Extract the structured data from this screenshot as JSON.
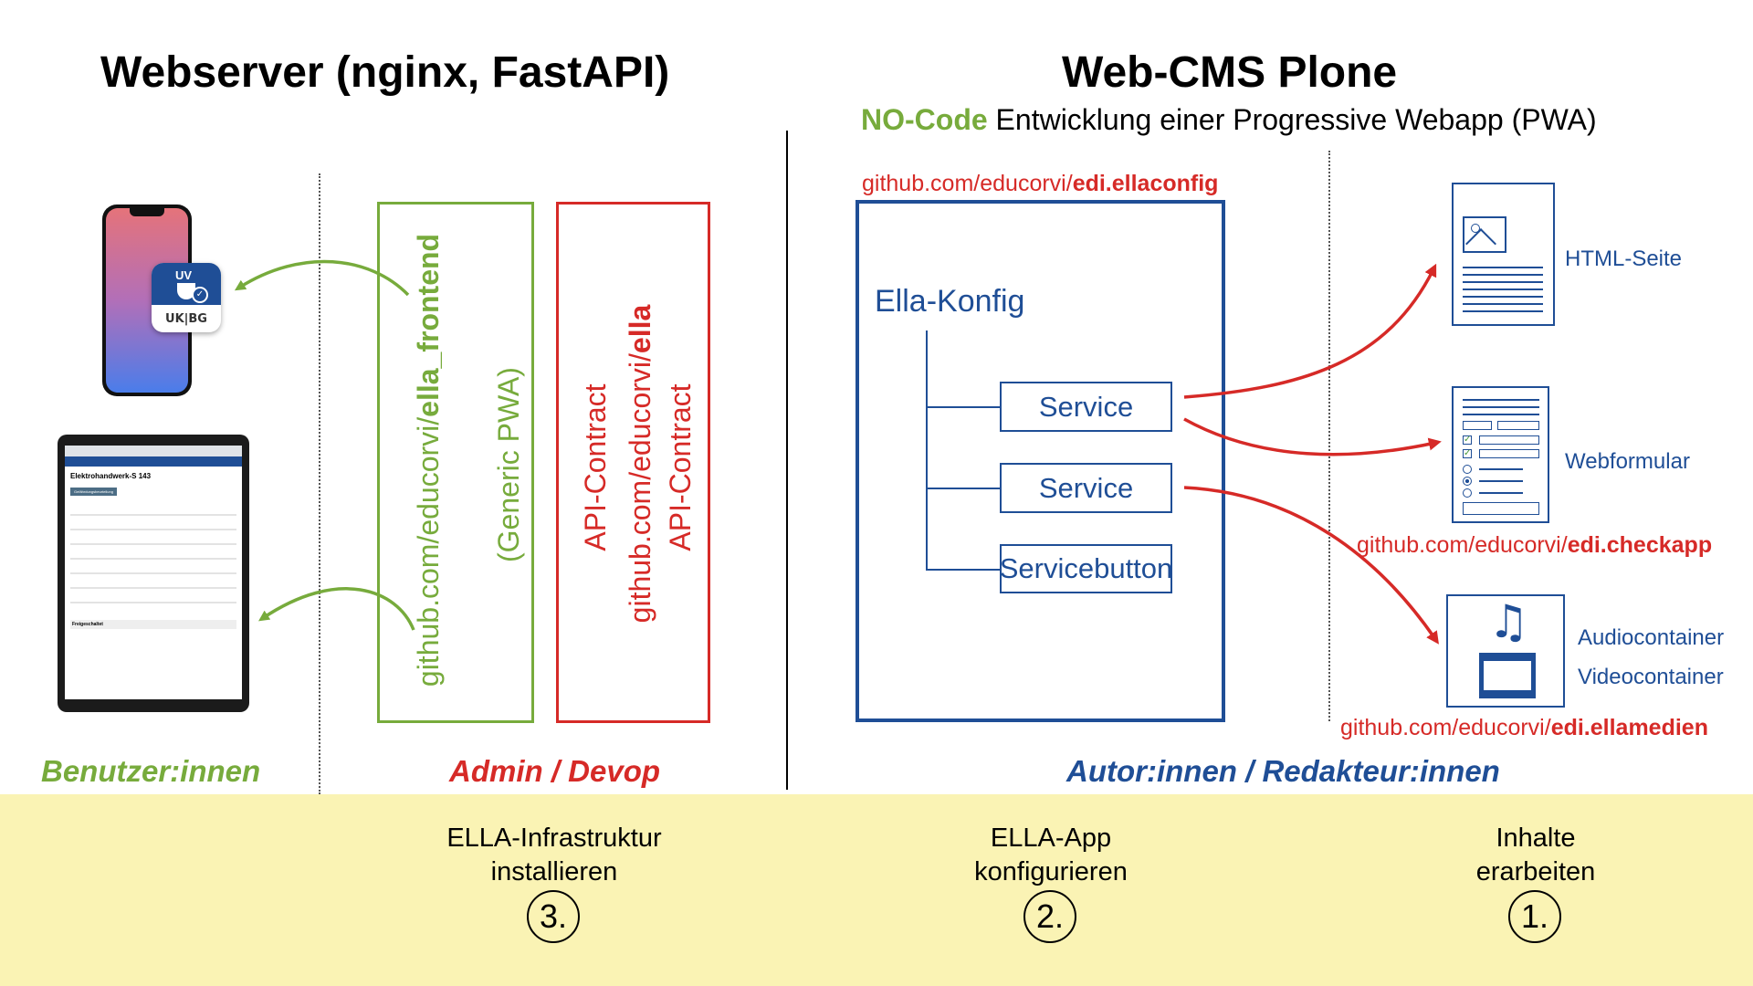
{
  "left_title": "Webserver (nginx, FastAPI)",
  "right_title": "Web-CMS Plone",
  "subtitle": {
    "highlight": "NO-Code",
    "rest": " Entwicklung einer Progressive Webapp (PWA)"
  },
  "app_icon": {
    "top": "UV",
    "bottom": "UK|BG"
  },
  "tablet_screen": {
    "title": "Elektrohandwerk-S 143",
    "button": "Gefährdungsbeurteilung",
    "section": "Freigeschaltet"
  },
  "frontend_box": {
    "prefix": "github.com/educorvi/",
    "repo": "ella_frontend",
    "note": "(Generic PWA)"
  },
  "api_box": {
    "line1": "API-Contract",
    "prefix": "github.com/educorvi/",
    "repo": "ella",
    "line3": "API-Contract"
  },
  "ella_config": {
    "prefix": "github.com/educorvi/",
    "repo": "edi.ellaconfig",
    "title": "Ella-Konfig",
    "items": [
      "Service",
      "Service",
      "Servicebutton"
    ]
  },
  "outputs": {
    "html": "HTML-Seite",
    "form": "Webformular",
    "checkapp": {
      "prefix": "github.com/educorvi/",
      "repo": "edi.checkapp"
    },
    "audio": "Audiocontainer",
    "video": "Videocontainer",
    "medien": {
      "prefix": "github.com/educorvi/",
      "repo": "edi.ellamedien"
    }
  },
  "roles": {
    "users": "Benutzer:innen",
    "admin": "Admin / Devop",
    "authors": "Autor:innen / Redakteur:innen"
  },
  "steps": [
    {
      "line1": "ELLA-Infrastruktur",
      "line2": "installieren",
      "number": "3."
    },
    {
      "line1": "ELLA-App",
      "line2": "konfigurieren",
      "number": "2."
    },
    {
      "line1": "Inhalte",
      "line2": "erarbeiten",
      "number": "1."
    }
  ],
  "colors": {
    "green": "#77ab3c",
    "red": "#d62a27",
    "blue": "#1f4e96",
    "band": "#faf3b4"
  }
}
